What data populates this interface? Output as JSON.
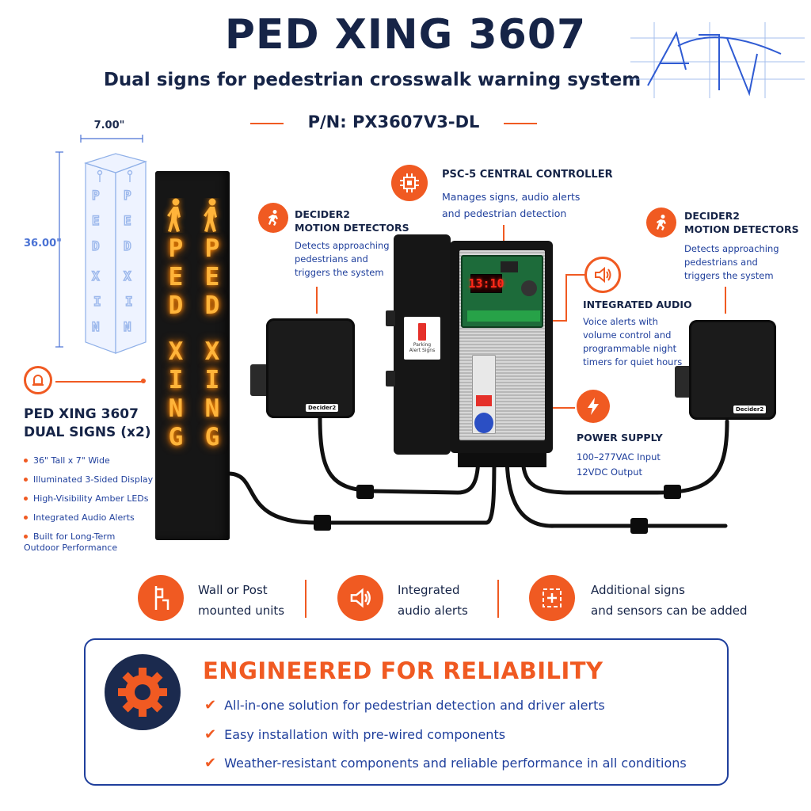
{
  "header": {
    "title": "PED XING 3607",
    "subtitle": "Dual signs for pedestrian crosswalk warning system",
    "part_number": "P/N: PX3607V3-DL"
  },
  "dimensions": {
    "width": "7.00\"",
    "height": "36.00\""
  },
  "sign": {
    "letters_col1": [
      "P",
      "E",
      "D",
      "X",
      "I",
      "N",
      "G"
    ],
    "letters_col2": [
      "P",
      "E",
      "D",
      "X",
      "I",
      "N",
      "G"
    ]
  },
  "left_specs": {
    "title_line1": "PED XING 3607",
    "title_line2": "DUAL SIGNS (x2)",
    "items": [
      "36\" Tall x 7\" Wide",
      "Illuminated 3-Sided Display",
      "High-Visibility Amber LEDs",
      "Integrated Audio Alerts",
      "Built for Long-Term"
    ],
    "item_continuation": "Outdoor Performance"
  },
  "callouts": {
    "controller": {
      "title": "PSC-5 CENTRAL CONTROLLER",
      "desc_line1": "Manages signs, audio alerts",
      "desc_line2": "and pedestrian detection"
    },
    "detector_left": {
      "title_line1": "DECIDER2",
      "title_line2": "MOTION DETECTORS",
      "desc_line1": "Detects approaching",
      "desc_line2": "pedestrians and",
      "desc_line3": "triggers the system"
    },
    "detector_right": {
      "title_line1": "DECIDER2",
      "title_line2": "MOTION DETECTORS",
      "desc_line1": "Detects approaching",
      "desc_line2": "pedestrians and",
      "desc_line3": "triggers the system"
    },
    "audio": {
      "title": "INTEGRATED AUDIO",
      "desc_line1": "Voice alerts with",
      "desc_line2": "volume control and",
      "desc_line3": "programmable night",
      "desc_line4": "timers for quiet hours"
    },
    "power": {
      "title": "POWER SUPPLY",
      "desc_line1": "100–277VAC Input",
      "desc_line2": "12VDC Output"
    }
  },
  "product": {
    "controller_display": "13:10",
    "detector_badge": "Decider2",
    "label_text_line1": "Parking",
    "label_text_line2": "Alert Signs"
  },
  "features": [
    {
      "line1": "Wall or Post",
      "line2": "mounted units",
      "icon": "mount-icon"
    },
    {
      "line1": "Integrated",
      "line2": "audio alerts",
      "icon": "speaker-icon"
    },
    {
      "line1": "Additional signs",
      "line2": "and sensors can be added",
      "icon": "add-module-icon"
    }
  ],
  "reliability": {
    "title": "ENGINEERED FOR RELIABILITY",
    "items": [
      "All-in-one solution for pedestrian detection and driver alerts",
      "Easy installation with pre-wired components",
      "Weather-resistant components and reliable performance in all conditions"
    ]
  },
  "colors": {
    "accent": "#f05a22",
    "navy": "#162447",
    "blue": "#1f3f9c",
    "amber_led": "#ffb43a"
  }
}
